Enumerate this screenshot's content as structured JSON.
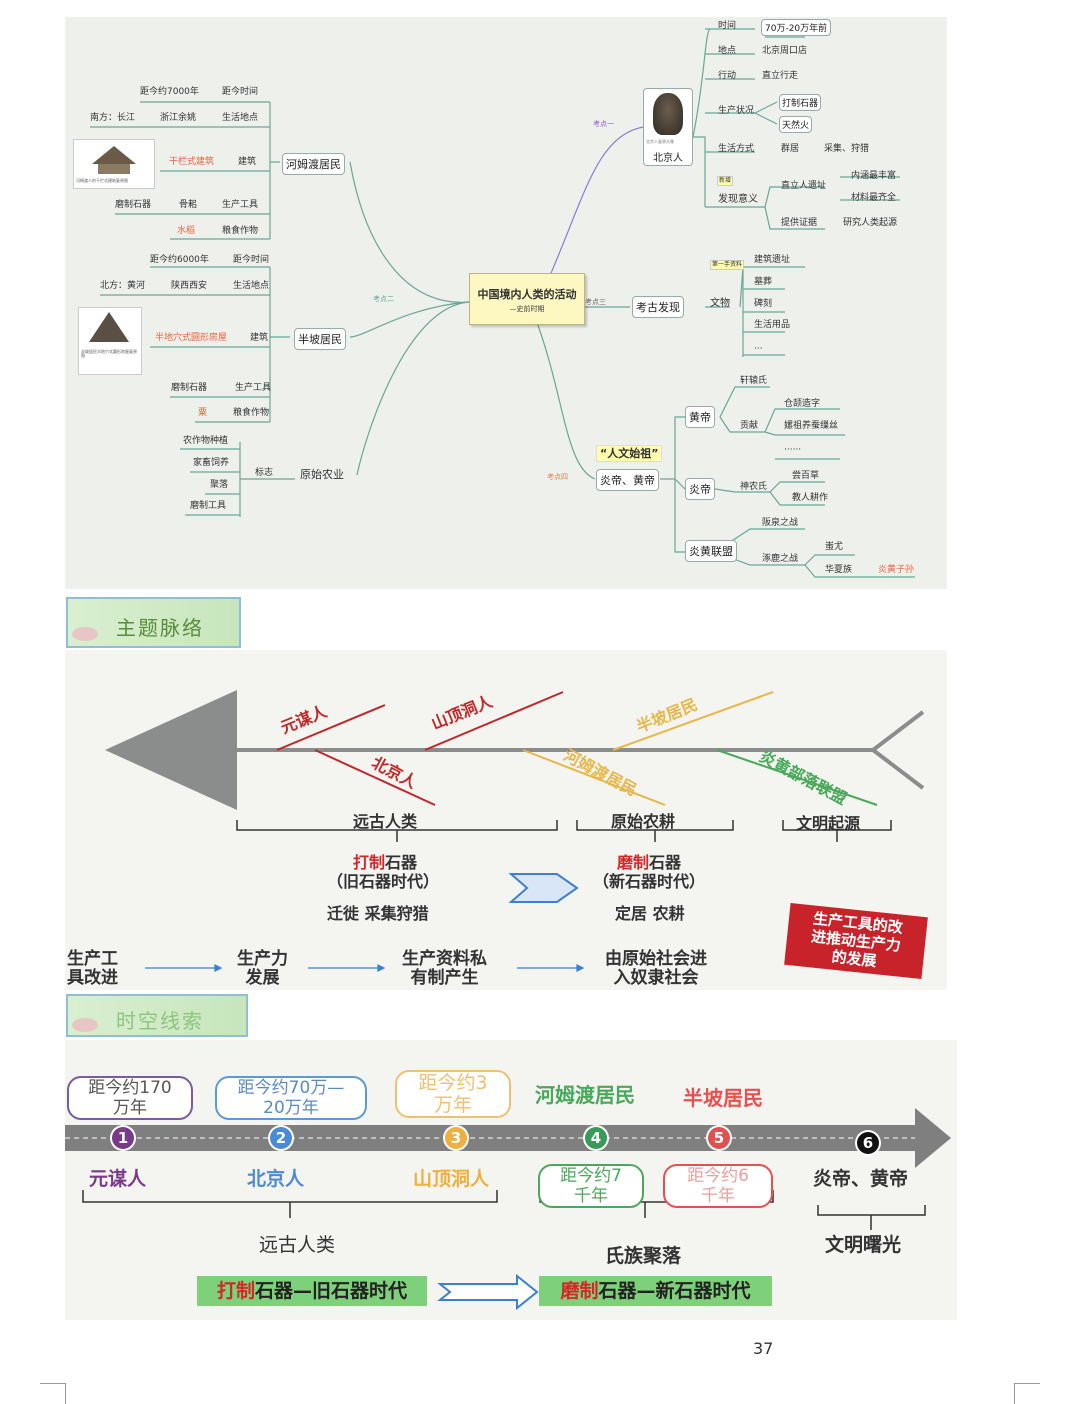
{
  "mindmap": {
    "center": {
      "title": "中国境内人类的活动",
      "subtitle": "—史前时期"
    },
    "kp1": "考点一",
    "kp2": "考点二",
    "kp3": "考点三",
    "kp4": "考点四",
    "beijing": {
      "label": "北京人",
      "img_caption": "北京人复原头像",
      "items": [
        {
          "k": "时间",
          "v": "70万-20万年前"
        },
        {
          "k": "地点",
          "v": "北京周口店"
        },
        {
          "k": "行动",
          "v": "直立行走"
        },
        {
          "k": "生产状况",
          "v": "打制石器",
          "v2": "天然火"
        },
        {
          "k": "生活方式",
          "v": "群居",
          "v3": "采集、狩猎"
        }
      ],
      "badge": "新增",
      "significance": "发现意义",
      "sig1": "直立人遗址",
      "sig1a": "内涵最丰富",
      "sig1b": "材料最齐全",
      "sig2": "提供证据",
      "sig2a": "研究人类起源"
    },
    "hemudu": {
      "label": "河姆渡居民",
      "time_v": "距今约7000年",
      "time_k": "距今时间",
      "place_a": "南方：长江",
      "place_b": "浙江余姚",
      "place_k": "生活地点",
      "build_v": "干栏式建筑",
      "build_k": "建筑",
      "img_caption": "河姆渡人的干栏式建筑复原图",
      "tool_a": "磨制石器",
      "tool_b": "骨耜",
      "tool_k": "生产工具",
      "crop_v": "水稻",
      "crop_k": "粮食作物"
    },
    "banpo": {
      "label": "半坡居民",
      "time_v": "距今约6000年",
      "time_k": "距今时间",
      "place_a": "北方：黄河",
      "place_b": "陕西西安",
      "place_k": "生活地点",
      "build_v": "半地穴式圆形房屋",
      "build_k": "建筑",
      "img_caption": "半坡居民半地穴式圆形房屋复原图",
      "tool_v": "磨制石器",
      "tool_k": "生产工具",
      "crop_v": "粟",
      "crop_k": "粮食作物"
    },
    "agri": {
      "label": "原始农业",
      "k": "标志",
      "items": [
        "农作物种植",
        "家畜饲养",
        "聚落",
        "磨制工具"
      ]
    },
    "arch": {
      "label": "考古发现",
      "k": "文物",
      "badge": "第一手资料",
      "items": [
        "建筑遗址",
        "墓葬",
        "碑刻",
        "生活用品",
        "···"
      ]
    },
    "ancestors": {
      "title": "“人文始祖”",
      "label": "炎帝、黄帝",
      "huangdi": "黄帝",
      "hd_1": "轩辕氏",
      "hd_k": "贡献",
      "hd_items": [
        "仓颉造字",
        "嫘祖养蚕缫丝",
        "······"
      ],
      "yandi": "炎帝",
      "yd_1": "神农氏",
      "yd_items": [
        "尝百草",
        "教人耕作"
      ],
      "alliance": "炎黄联盟",
      "war1": "阪泉之战",
      "war2": "涿鹿之战",
      "war2a": "蚩尤",
      "war2b": "华夏族",
      "war2c": "炎黄子孙"
    }
  },
  "theme": {
    "header": "主题脉络",
    "bones_top": [
      "元谋人",
      "山顶洞人",
      "半坡居民"
    ],
    "bones_bottom": [
      "北京人",
      "河姆渡居民",
      "炎黄部落联盟"
    ],
    "groups": [
      "远古人类",
      "原始农耕",
      "文明起源"
    ],
    "left_a1": "打制",
    "left_a2": "石器",
    "left_b": "（旧石器时代）",
    "left_c": "迁徙 采集狩猎",
    "right_a1": "磨制",
    "right_a2": "石器",
    "right_b": "（新石器时代）",
    "right_c": "定居 农耕",
    "chain": [
      "生产工具改进",
      "生产力发展",
      "生产资料私有制产生",
      "由原始社会进入奴隶社会"
    ],
    "chain_l1": [
      "生产工",
      "生产力",
      "生产资料私",
      "由原始社会进"
    ],
    "chain_l2": [
      "具改进",
      "发展",
      "有制产生",
      "入奴隶社会"
    ],
    "stamp": "生产工具的改进推动生产力的发展",
    "stamp_l1": "生产工具的改",
    "stamp_l2": "进推动生产力",
    "stamp_l3": "的发展"
  },
  "timeline": {
    "header": "时空线索",
    "top_ovals": [
      {
        "l1": "距今约170",
        "l2": "万年"
      },
      {
        "l1": "距今约70万—",
        "l2": "20万年"
      },
      {
        "l1": "距今约3",
        "l2": "万年"
      }
    ],
    "top_labels": [
      "河姆渡居民",
      "半坡居民"
    ],
    "numbers": [
      "1",
      "2",
      "3",
      "4",
      "5",
      "6"
    ],
    "bottom_labels": [
      "元谋人",
      "北京人",
      "山顶洞人",
      "炎帝、黄帝"
    ],
    "bottom_ovals": [
      {
        "l1": "距今约7",
        "l2": "千年"
      },
      {
        "l1": "距今约6",
        "l2": "千年"
      }
    ],
    "group1": "远古人类",
    "group2": "氏族聚落",
    "group3": "文明曙光",
    "era1_a": "打制",
    "era1_b": "石器—旧石器时代",
    "era2_a": "磨制",
    "era2_b": "石器—新石器时代"
  },
  "page_number": "37"
}
